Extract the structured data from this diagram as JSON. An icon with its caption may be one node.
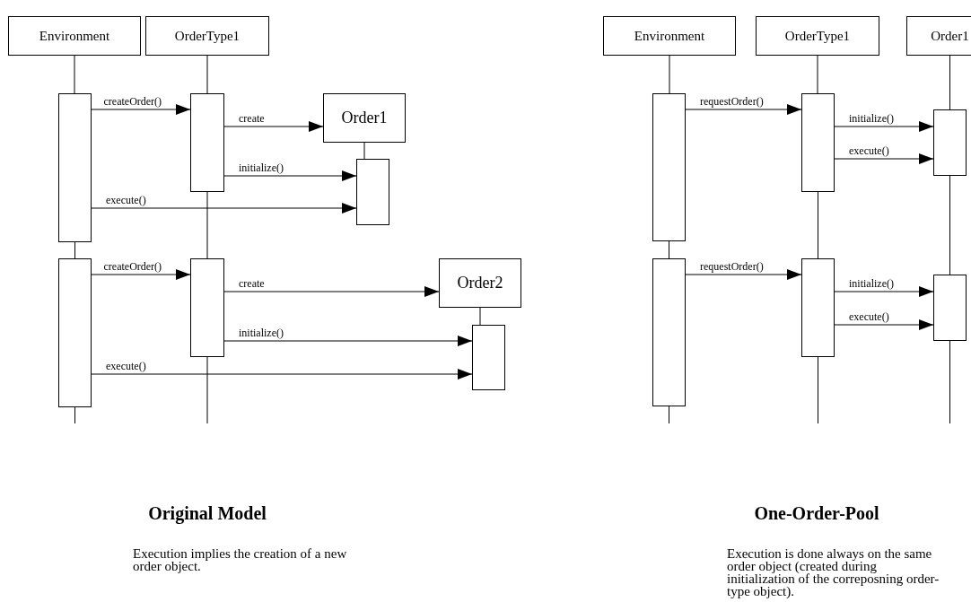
{
  "diagram": {
    "nodes": [
      {
        "text": [
          "Environment"
        ]
      },
      {
        "text": [
          "OrderType1"
        ]
      },
      {
        "text": [
          "Order1"
        ]
      },
      {
        "text": [],
        "shape": "bar"
      },
      {
        "text": [],
        "shape": "bar"
      },
      {
        "text": [],
        "shape": "bar"
      },
      {
        "text": [],
        "shape": "bar"
      },
      {
        "text": [],
        "shape": "bar"
      },
      {
        "text": [
          "Order2"
        ]
      },
      {
        "text": [],
        "shape": "bar"
      },
      {
        "text": [
          "Environment"
        ]
      },
      {
        "text": [
          "OrderType1"
        ]
      },
      {
        "text": [
          "Order1"
        ]
      },
      {
        "text": [],
        "shape": "bar"
      },
      {
        "text": [],
        "shape": "bar"
      },
      {
        "text": [],
        "shape": "bar"
      },
      {
        "text": [],
        "shape": "bar"
      },
      {
        "text": [],
        "shape": "bar"
      },
      {
        "text": [],
        "shape": "bar"
      }
    ],
    "edges": [
      {
        "from": 3,
        "to": 4,
        "arrow": "to",
        "label": "createOrder()"
      },
      {
        "from": 4,
        "to": 2,
        "arrow": "to",
        "label": "create"
      },
      {
        "from": 4,
        "to": 5,
        "arrow": "to",
        "label": "initialize()"
      },
      {
        "from": 3,
        "to": 5,
        "arrow": "to",
        "label": "execute()"
      },
      {
        "from": 6,
        "to": 7,
        "arrow": "to",
        "label": "createOrder()"
      },
      {
        "from": 7,
        "to": 8,
        "arrow": "to",
        "label": "create"
      },
      {
        "from": 7,
        "to": 9,
        "arrow": "to",
        "label": "initialize()"
      },
      {
        "from": 6,
        "to": 9,
        "arrow": "to",
        "label": "execute()"
      },
      {
        "from": 0,
        "to": 3,
        "arrow": "none"
      },
      {
        "from": 3,
        "to": 6,
        "arrow": "none"
      },
      {
        "from": 6,
        "to": null,
        "arrow": "none"
      },
      {
        "from": 1,
        "to": 4,
        "arrow": "none"
      },
      {
        "from": 4,
        "to": 7,
        "arrow": "none"
      },
      {
        "from": 7,
        "to": null,
        "arrow": "none"
      },
      {
        "from": 2,
        "to": 5,
        "arrow": "none"
      },
      {
        "from": 8,
        "to": 9,
        "arrow": "none"
      },
      {
        "from": 13,
        "to": 14,
        "arrow": "to",
        "label": "requestOrder()"
      },
      {
        "from": 14,
        "to": 15,
        "arrow": "to",
        "label": "initialize()"
      },
      {
        "from": 14,
        "to": 15,
        "arrow": "to",
        "label": "execute()"
      },
      {
        "from": 16,
        "to": 17,
        "arrow": "to",
        "label": "requestOrder()"
      },
      {
        "from": 17,
        "to": 18,
        "arrow": "to",
        "label": "initialize()"
      },
      {
        "from": 17,
        "to": 18,
        "arrow": "to",
        "label": "execute()"
      },
      {
        "from": 10,
        "to": 13,
        "arrow": "none"
      },
      {
        "from": 13,
        "to": 16,
        "arrow": "none"
      },
      {
        "from": 16,
        "to": null,
        "arrow": "none"
      },
      {
        "from": 11,
        "to": 14,
        "arrow": "none"
      },
      {
        "from": 14,
        "to": 17,
        "arrow": "none"
      },
      {
        "from": 17,
        "to": null,
        "arrow": "none"
      },
      {
        "from": 12,
        "to": 15,
        "arrow": "none"
      },
      {
        "from": 15,
        "to": 18,
        "arrow": "none"
      },
      {
        "from": 18,
        "to": null,
        "arrow": "none"
      }
    ],
    "labels": [
      "Original Model",
      "Execution implies the creation of a new order object.",
      "One-Order-Pool",
      "Execution is done always on the same order object (created during initialization of the correposning order-type object)."
    ]
  }
}
